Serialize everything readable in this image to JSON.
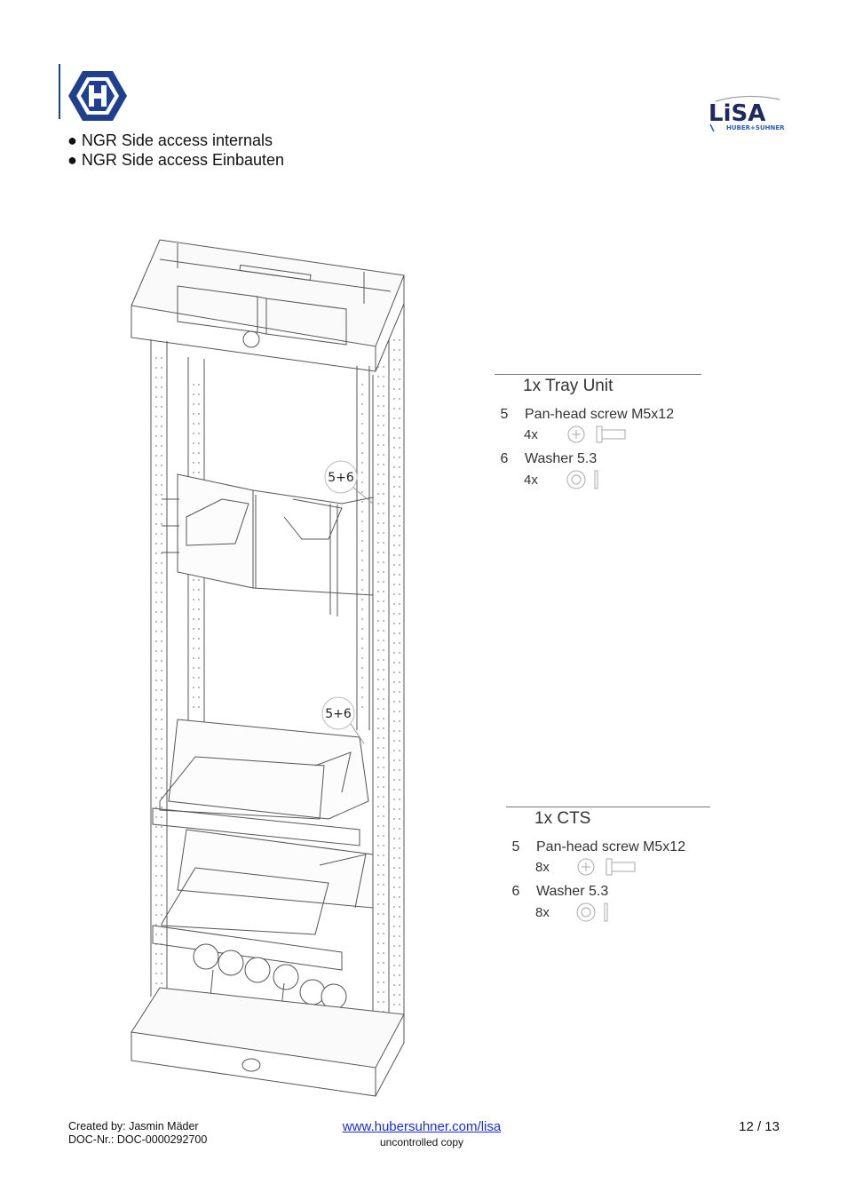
{
  "header": {
    "bullets": [
      "NGR Side access internals",
      "NGR Side access Einbauten"
    ],
    "bullet_char": "●",
    "brand_logo": {
      "name": "huber-suhner-logo",
      "letter": "H",
      "color": "#1f3f8f"
    },
    "product_logo": {
      "word": "LiSA",
      "sub": "HUBER+SUHNER",
      "color": "#1e2a5e"
    }
  },
  "figure": {
    "callout_labels": [
      "5+6",
      "5+6"
    ]
  },
  "parts_lists": [
    {
      "title": "1x Tray Unit",
      "items": [
        {
          "num": "5",
          "name": "Pan-head screw M5x12",
          "qty": "4x",
          "icon": "screw-icon"
        },
        {
          "num": "6",
          "name": "Washer 5.3",
          "qty": "4x",
          "icon": "washer-icon"
        }
      ]
    },
    {
      "title": "1x CTS",
      "items": [
        {
          "num": "5",
          "name": "Pan-head screw M5x12",
          "qty": "8x",
          "icon": "screw-icon"
        },
        {
          "num": "6",
          "name": "Washer 5.3",
          "qty": "8x",
          "icon": "washer-icon"
        }
      ]
    }
  ],
  "footer": {
    "created_by": "Created by: Jasmin Mäder",
    "doc_nr": "DOC-Nr.: DOC-0000292700",
    "link": "www.hubersuhner.com/lisa",
    "note": "uncontrolled copy",
    "page": "12 / 13"
  }
}
